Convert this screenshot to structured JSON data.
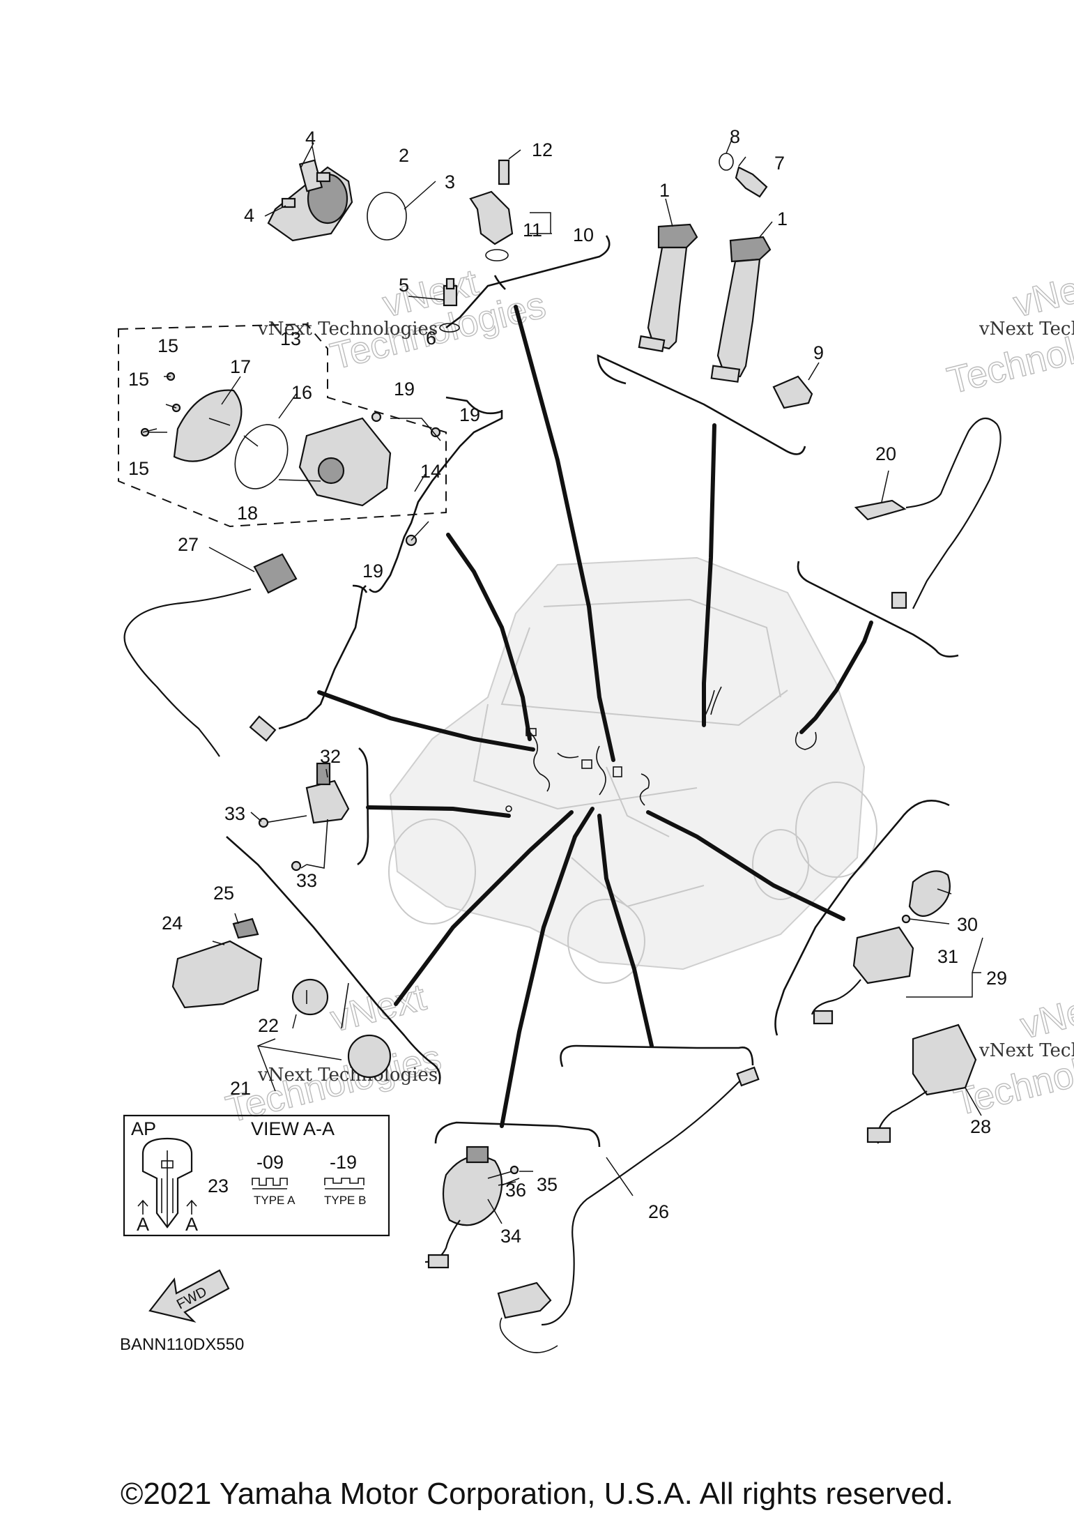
{
  "part_labels": [
    {
      "id": "p1a",
      "text": "1"
    },
    {
      "id": "p1b",
      "text": "1"
    },
    {
      "id": "p2",
      "text": "2"
    },
    {
      "id": "p3",
      "text": "3"
    },
    {
      "id": "p4a",
      "text": "4"
    },
    {
      "id": "p4b",
      "text": "4"
    },
    {
      "id": "p5",
      "text": "5"
    },
    {
      "id": "p6",
      "text": "6"
    },
    {
      "id": "p7",
      "text": "7"
    },
    {
      "id": "p8",
      "text": "8"
    },
    {
      "id": "p9",
      "text": "9"
    },
    {
      "id": "p10",
      "text": "10"
    },
    {
      "id": "p11",
      "text": "11"
    },
    {
      "id": "p12",
      "text": "12"
    },
    {
      "id": "p13",
      "text": "13"
    },
    {
      "id": "p14",
      "text": "14"
    },
    {
      "id": "p15a",
      "text": "15"
    },
    {
      "id": "p15b",
      "text": "15"
    },
    {
      "id": "p15c",
      "text": "15"
    },
    {
      "id": "p16",
      "text": "16"
    },
    {
      "id": "p17",
      "text": "17"
    },
    {
      "id": "p18",
      "text": "18"
    },
    {
      "id": "p19a",
      "text": "19"
    },
    {
      "id": "p19b",
      "text": "19"
    },
    {
      "id": "p19c",
      "text": "19"
    },
    {
      "id": "p20",
      "text": "20"
    },
    {
      "id": "p21",
      "text": "21"
    },
    {
      "id": "p22",
      "text": "22"
    },
    {
      "id": "p23",
      "text": "23"
    },
    {
      "id": "p24",
      "text": "24"
    },
    {
      "id": "p25",
      "text": "25"
    },
    {
      "id": "p26",
      "text": "26"
    },
    {
      "id": "p27",
      "text": "27"
    },
    {
      "id": "p28",
      "text": "28"
    },
    {
      "id": "p29",
      "text": "29"
    },
    {
      "id": "p30",
      "text": "30"
    },
    {
      "id": "p31",
      "text": "31"
    },
    {
      "id": "p32",
      "text": "32"
    },
    {
      "id": "p33a",
      "text": "33"
    },
    {
      "id": "p33b",
      "text": "33"
    },
    {
      "id": "p34",
      "text": "34"
    },
    {
      "id": "p35",
      "text": "35"
    },
    {
      "id": "p36",
      "text": "36"
    }
  ],
  "watermark": {
    "small_text": "vNext Technologies",
    "large_line1": "vNext",
    "large_line2": "Technologies"
  },
  "inset": {
    "tag": "AP",
    "view": "VIEW A-A",
    "variant_a": "-09",
    "variant_b": "-19",
    "type_a": "TYPE A",
    "type_b": "TYPE B",
    "section_mark": "A",
    "part": "23"
  },
  "fwd_label": "FWD",
  "diagram_code": "BANN110DX550",
  "copyright": "©2021 Yamaha Motor Corporation, U.S.A. All rights reserved."
}
